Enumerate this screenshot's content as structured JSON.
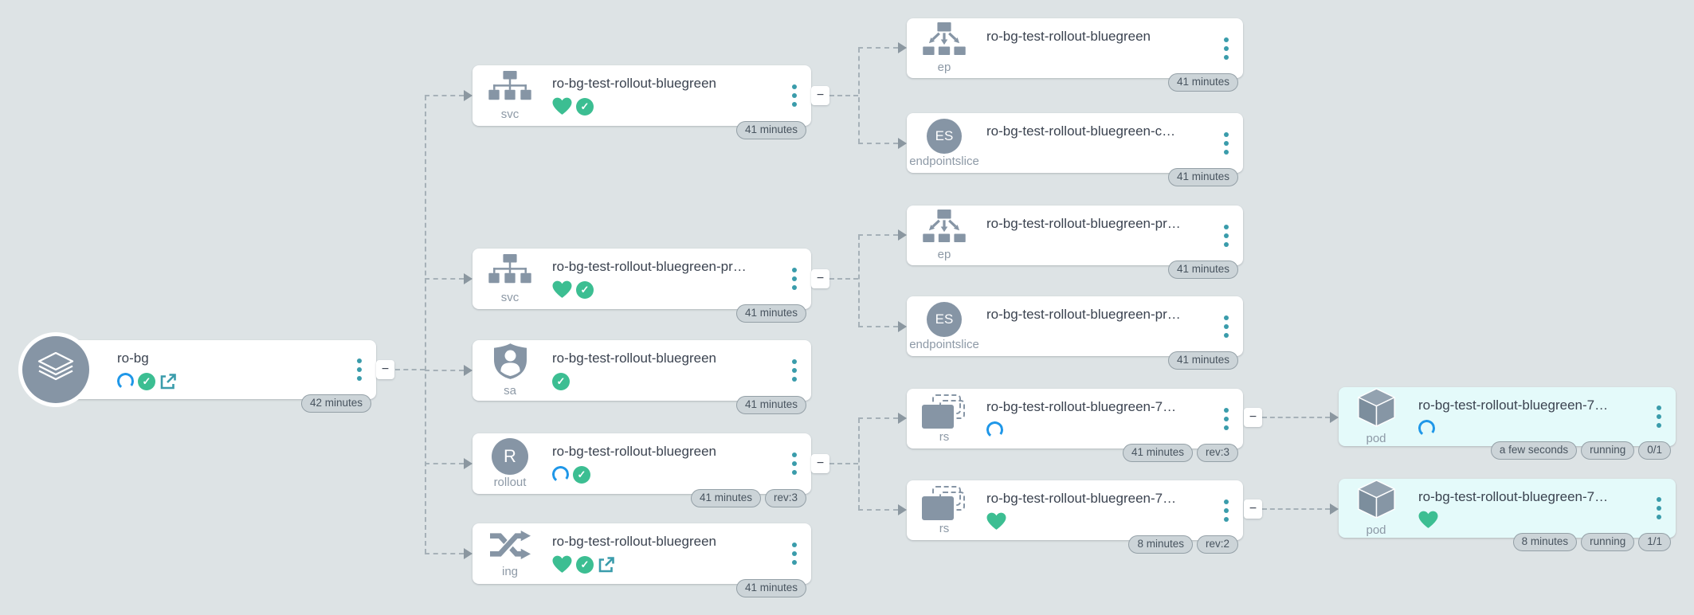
{
  "colors": {
    "canvas_bg": "#dde3e5",
    "accent_teal": "#3a9cab",
    "healthy_green": "#3cbe92",
    "progressing_blue": "#1f97e8",
    "icon_gray": "#8695a5",
    "pod_highlight_bg": "#e4fafa",
    "badge_bg": "#ccd4d8",
    "title_text": "#3b4350"
  },
  "graph": {
    "collapse_label": "−",
    "nodes": [
      {
        "id": "app",
        "kind_label": "",
        "name": "ro-bg",
        "icon": "application-icon",
        "statuses": [
          "progressing-icon",
          "synced-icon",
          "external-link-icon"
        ],
        "badges": [
          "42 minutes"
        ],
        "collapsible": true,
        "highlighted": false
      },
      {
        "id": "svc1",
        "kind_label": "svc",
        "name": "ro-bg-test-rollout-bluegreen",
        "icon": "service-icon",
        "statuses": [
          "healthy-icon",
          "synced-icon"
        ],
        "badges": [
          "41 minutes"
        ],
        "collapsible": true,
        "highlighted": false
      },
      {
        "id": "ep1",
        "kind_label": "ep",
        "name": "ro-bg-test-rollout-bluegreen",
        "icon": "endpoints-icon",
        "statuses": [],
        "badges": [
          "41 minutes"
        ],
        "collapsible": false,
        "highlighted": false
      },
      {
        "id": "es1",
        "kind_label": "endpointslice",
        "name": "ro-bg-test-rollout-bluegreen-c…",
        "icon": "endpointslice-icon",
        "icon_text": "ES",
        "statuses": [],
        "badges": [
          "41 minutes"
        ],
        "collapsible": false,
        "highlighted": false
      },
      {
        "id": "svc2",
        "kind_label": "svc",
        "name": "ro-bg-test-rollout-bluegreen-pr…",
        "icon": "service-icon",
        "statuses": [
          "healthy-icon",
          "synced-icon"
        ],
        "badges": [
          "41 minutes"
        ],
        "collapsible": true,
        "highlighted": false
      },
      {
        "id": "ep2",
        "kind_label": "ep",
        "name": "ro-bg-test-rollout-bluegreen-pr…",
        "icon": "endpoints-icon",
        "statuses": [],
        "badges": [
          "41 minutes"
        ],
        "collapsible": false,
        "highlighted": false
      },
      {
        "id": "es2",
        "kind_label": "endpointslice",
        "name": "ro-bg-test-rollout-bluegreen-pr…",
        "icon": "endpointslice-icon",
        "icon_text": "ES",
        "statuses": [],
        "badges": [
          "41 minutes"
        ],
        "collapsible": false,
        "highlighted": false
      },
      {
        "id": "sa",
        "kind_label": "sa",
        "name": "ro-bg-test-rollout-bluegreen",
        "icon": "serviceaccount-icon",
        "statuses": [
          "synced-icon"
        ],
        "badges": [
          "41 minutes"
        ],
        "collapsible": false,
        "highlighted": false
      },
      {
        "id": "rollout",
        "kind_label": "rollout",
        "name": "ro-bg-test-rollout-bluegreen",
        "icon": "rollout-icon",
        "icon_text": "R",
        "statuses": [
          "progressing-icon",
          "synced-icon"
        ],
        "badges": [
          "41 minutes",
          "rev:3"
        ],
        "collapsible": true,
        "highlighted": false
      },
      {
        "id": "rs1",
        "kind_label": "rs",
        "name": "ro-bg-test-rollout-bluegreen-7…",
        "icon": "replicaset-icon",
        "statuses": [
          "progressing-icon"
        ],
        "badges": [
          "41 minutes",
          "rev:3"
        ],
        "collapsible": true,
        "highlighted": false
      },
      {
        "id": "pod1",
        "kind_label": "pod",
        "name": "ro-bg-test-rollout-bluegreen-7…",
        "icon": "pod-icon",
        "statuses": [
          "progressing-icon"
        ],
        "badges": [
          "a few seconds",
          "running",
          "0/1"
        ],
        "collapsible": false,
        "highlighted": true
      },
      {
        "id": "rs2",
        "kind_label": "rs",
        "name": "ro-bg-test-rollout-bluegreen-7…",
        "icon": "replicaset-icon",
        "statuses": [
          "healthy-icon"
        ],
        "badges": [
          "8 minutes",
          "rev:2"
        ],
        "collapsible": true,
        "highlighted": false
      },
      {
        "id": "pod2",
        "kind_label": "pod",
        "name": "ro-bg-test-rollout-bluegreen-7…",
        "icon": "pod-icon",
        "statuses": [
          "healthy-icon"
        ],
        "badges": [
          "8 minutes",
          "running",
          "1/1"
        ],
        "collapsible": false,
        "highlighted": true
      },
      {
        "id": "ing",
        "kind_label": "ing",
        "name": "ro-bg-test-rollout-bluegreen",
        "icon": "ingress-icon",
        "statuses": [
          "healthy-icon",
          "synced-icon",
          "external-link-icon"
        ],
        "badges": [
          "41 minutes"
        ],
        "collapsible": false,
        "highlighted": false
      }
    ]
  }
}
